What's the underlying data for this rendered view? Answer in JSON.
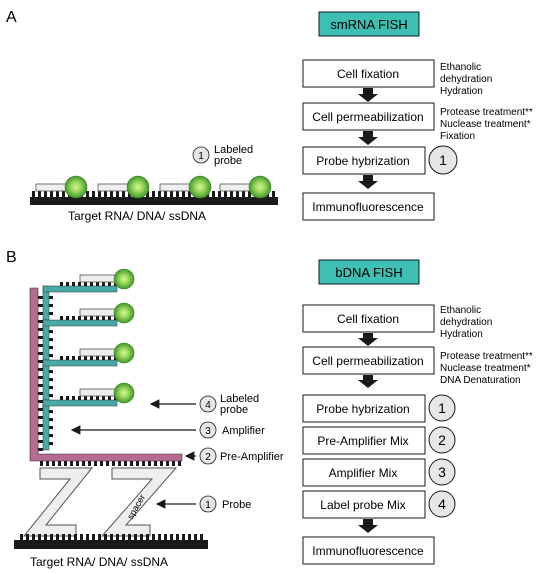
{
  "panel_a": {
    "letter": "A",
    "title": "smRNA FISH",
    "probe_number": "1",
    "probe_label_line1": "Labeled",
    "probe_label_line2": "probe",
    "target_label": "Target RNA/ DNA/ ssDNA",
    "steps": [
      {
        "label": "Cell fixation",
        "notes": [
          "Ethanolic",
          "dehydration",
          "Hydration"
        ]
      },
      {
        "label": "Cell permeabilization",
        "notes": [
          "Protease treatment**",
          "Nuclease treatment*",
          "Fixation"
        ]
      },
      {
        "label": "Probe hybrization",
        "number": "1"
      },
      {
        "label": "Immunofluorescence"
      }
    ]
  },
  "panel_b": {
    "letter": "B",
    "title": "bDNA FISH",
    "target_label": "Target RNA/ DNA/ ssDNA",
    "spacer_label": "spacer",
    "callouts": [
      {
        "number": "4",
        "line1": "Labeled",
        "line2": "probe"
      },
      {
        "number": "3",
        "line1": "Amplifier"
      },
      {
        "number": "2",
        "line1": "Pre-Amplifier"
      },
      {
        "number": "1",
        "line1": "Probe"
      }
    ],
    "steps": [
      {
        "label": "Cell fixation",
        "notes": [
          "Ethanolic",
          "dehydration",
          "Hydration"
        ]
      },
      {
        "label": "Cell permeabilization",
        "notes": [
          "Protease treatment**",
          "Nuclease treatment*",
          "DNA Denaturation"
        ]
      },
      {
        "label": "Probe hybrization",
        "number": "1"
      },
      {
        "label": "Pre-Amplifier Mix",
        "number": "2"
      },
      {
        "label": "Amplifier Mix",
        "number": "3"
      },
      {
        "label": "Label probe Mix",
        "number": "4"
      },
      {
        "label": "Immunofluorescence"
      }
    ]
  },
  "colors": {
    "title_box": "#3dbfb4",
    "amplifier": "#48a9a6",
    "pre_amplifier": "#b56a92",
    "bead_center": "#b3e86a",
    "bead_edge": "#3f9a2e",
    "target_strand": "#1a1a1a",
    "badge_fill": "#e6e6e6"
  }
}
